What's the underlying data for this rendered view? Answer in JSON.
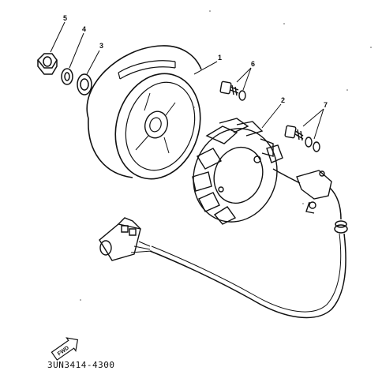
{
  "diagram": {
    "callouts": [
      {
        "id": "part-5",
        "label": "5"
      },
      {
        "id": "part-4",
        "label": "4"
      },
      {
        "id": "part-3",
        "label": "3"
      },
      {
        "id": "part-1",
        "label": "1"
      },
      {
        "id": "part-6",
        "label": "6"
      },
      {
        "id": "part-2",
        "label": "2"
      },
      {
        "id": "part-7",
        "label": "7"
      }
    ],
    "fwd_label": "FWD",
    "drawing_code": "3UN3414-4300"
  }
}
